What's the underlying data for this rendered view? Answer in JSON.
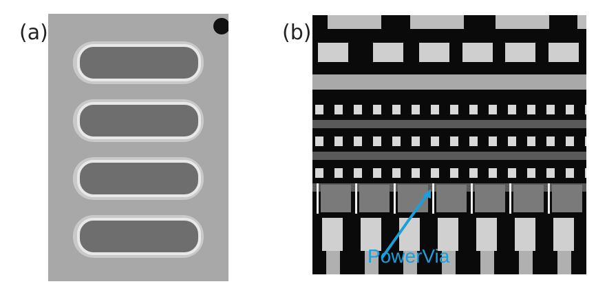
{
  "panels": {
    "a": {
      "label": "(a)"
    },
    "b": {
      "label": "(b)"
    }
  },
  "annotation": {
    "text": "PowerVia",
    "color": "#1a9fd8"
  },
  "colors": {
    "background": "#ffffff",
    "sem_dark": "#0a0a0a",
    "sem_gray": "#9a9a9a"
  }
}
